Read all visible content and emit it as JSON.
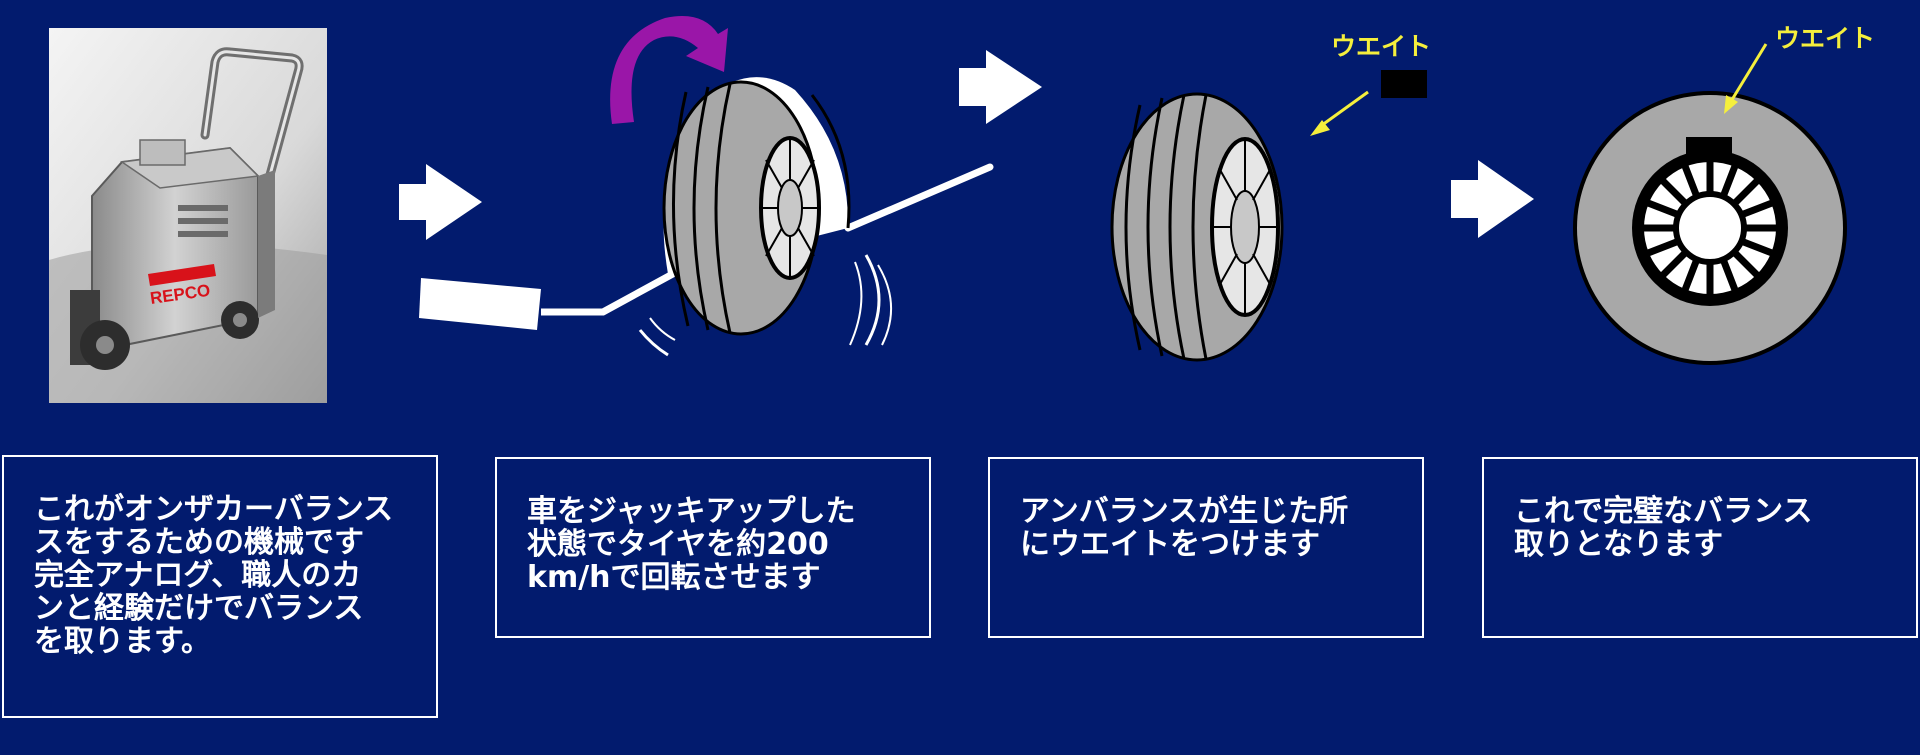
{
  "steps": [
    {
      "id": "machine",
      "caption_lines": [
        "これがオンザカーバランス",
        "スをするための機械です",
        "完全アナログ、職人のカ",
        "ンと経験だけでバランス",
        "を取ります。"
      ],
      "machine_logo": "REPCO"
    },
    {
      "id": "jack-up",
      "caption_lines": [
        "車をジャッキアップした",
        "状態でタイヤを約200",
        "km/hで回転させます"
      ]
    },
    {
      "id": "attach-weight",
      "caption_lines": [
        "アンバランスが生じた所",
        "にウエイトをつけます"
      ],
      "weight_label": "ウエイト"
    },
    {
      "id": "balanced",
      "caption_lines": [
        "これで完璧なバランス",
        "取りとなります"
      ],
      "weight_label": "ウエイト"
    }
  ],
  "icons": {
    "step_arrow": "right-arrow-icon",
    "rotation": "curved-rotation-arrow-icon",
    "pointer": "pointer-arrow-icon"
  },
  "colors": {
    "background": "#021b6e",
    "tire_gray": "#a8a8a8",
    "rotation_arrow": "#9a16a8",
    "weight_label": "#f5ef3c",
    "machine_logo_red": "#d8121a"
  }
}
